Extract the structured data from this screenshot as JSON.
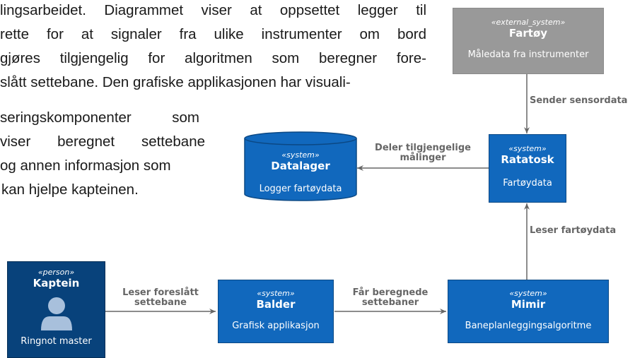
{
  "paragraph": {
    "lines": [
      "lingsarbeidet. Diagrammet viser at oppsettet legger til",
      "rette for at signaler fra ulike instrumenter om bord",
      "gjøres tilgjengelig for algoritmen som beregner fore-",
      "slått settebane. Den grafiske applikasjonen har visuali-",
      "seringskomponenter som",
      "viser beregnet settebane",
      "og annen informasjon som",
      "kan hjelpe kapteinen."
    ]
  },
  "diagram": {
    "nodes": {
      "fartoy": {
        "stereotype": "«external_system»",
        "name": "Fartøy",
        "description": "Måledata fra instrumenter",
        "color": "#999999"
      },
      "ratatosk": {
        "stereotype": "«system»",
        "name": "Ratatosk",
        "description": "Fartøydata",
        "color": "#1168bd"
      },
      "datalager": {
        "stereotype": "«system»",
        "name": "Datalager",
        "description": "Logger fartøydata",
        "color": "#1168bd"
      },
      "kaptein": {
        "stereotype": "«person»",
        "name": "Kaptein",
        "description": "Ringnot master",
        "color": "#08427b"
      },
      "balder": {
        "stereotype": "«system»",
        "name": "Balder",
        "description": "Grafisk applikasjon",
        "color": "#1168bd"
      },
      "mimir": {
        "stereotype": "«system»",
        "name": "Mimir",
        "description": "Baneplanleggingsalgoritme",
        "color": "#1168bd"
      }
    },
    "edges": {
      "sender": "Sender sensordata",
      "deler_1": "Deler tilgjengelige",
      "deler_2": "målinger",
      "leser_fartoy": "Leser fartøydata",
      "leser_forslag_1": "Leser foreslått",
      "leser_forslag_2": "settebane",
      "far_1": "Får beregnede",
      "far_2": "settebaner"
    },
    "edge_color": "#666666"
  }
}
